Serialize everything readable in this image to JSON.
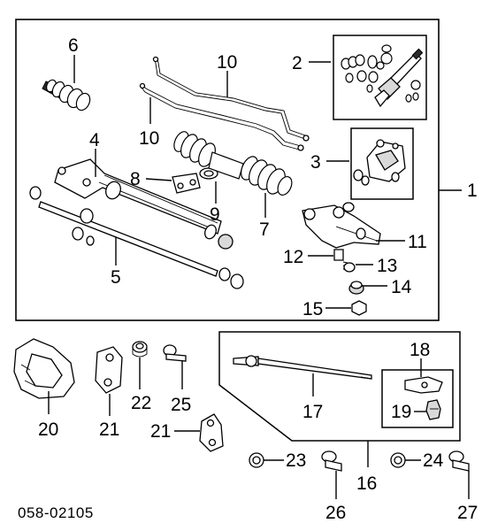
{
  "diagram_code": "058-02105",
  "callouts": {
    "c1": "1",
    "c2": "2",
    "c3": "3",
    "c4": "4",
    "c5": "5",
    "c6": "6",
    "c7": "7",
    "c8": "8",
    "c9": "9",
    "c10a": "10",
    "c10b": "10",
    "c11": "11",
    "c12": "12",
    "c13": "13",
    "c14": "14",
    "c15": "15",
    "c16": "16",
    "c17": "17",
    "c18": "18",
    "c19": "19",
    "c20": "20",
    "c21a": "21",
    "c21b": "21",
    "c22": "22",
    "c23": "23",
    "c24": "24",
    "c25": "25",
    "c26": "26",
    "c27": "27"
  }
}
